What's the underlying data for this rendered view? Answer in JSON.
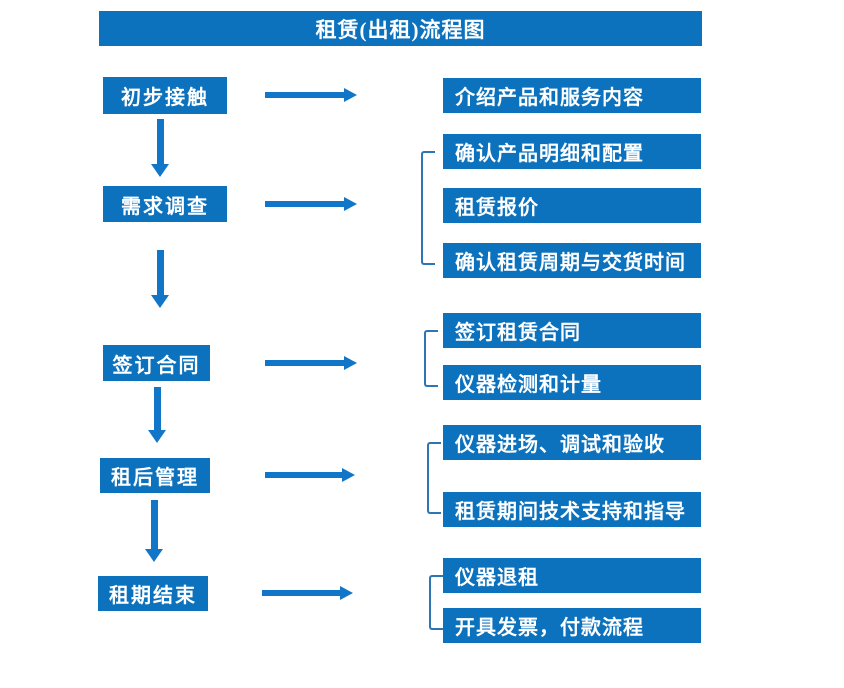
{
  "title": "租赁(出租)流程图",
  "colors": {
    "box": "#0d72bd",
    "arrow": "#1276c8",
    "bracket": "#2e75b6",
    "text": "#ffffff",
    "background": "#ffffff"
  },
  "stages": [
    {
      "label": "初步接触",
      "details": [
        "介绍产品和服务内容"
      ]
    },
    {
      "label": "需求调查",
      "details": [
        "确认产品明细和配置",
        "租赁报价",
        "确认租赁周期与交货时间"
      ]
    },
    {
      "label": "签订合同",
      "details": [
        "签订租赁合同",
        "仪器检测和计量"
      ]
    },
    {
      "label": "租后管理",
      "details": [
        "仪器进场、调试和验收",
        "租赁期间技术支持和指导"
      ]
    },
    {
      "label": "租期结束",
      "details": [
        "仪器退租",
        "开具发票，付款流程"
      ]
    }
  ]
}
